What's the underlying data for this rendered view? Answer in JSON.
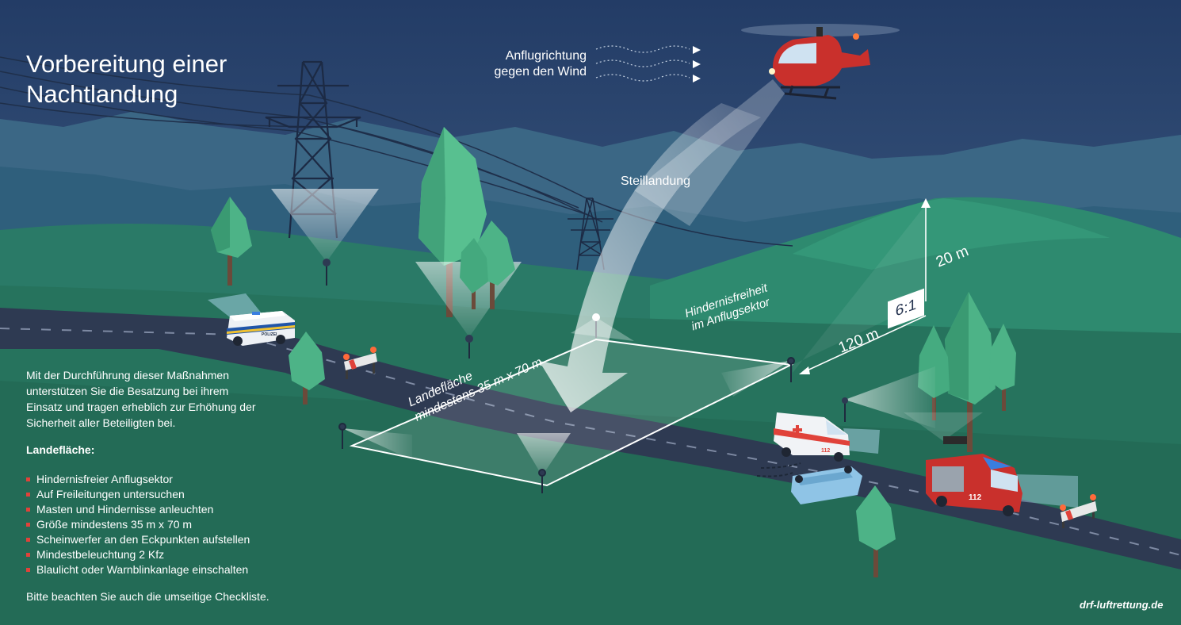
{
  "title": "Vorbereitung einer Nachtlandung",
  "wind_label": "Anflugrichtung gegen den Wind",
  "steep_label": "Steillandung",
  "landing_area_label": {
    "line1": "Landefläche",
    "line2": "mindestens 35 m x 70 m"
  },
  "sector_label": {
    "line1": "Hindernisfreiheit",
    "line2": "im Anflugsektor"
  },
  "distance_label": "120 m",
  "height_label": "20 m",
  "ratio_label": "6:1",
  "intro_text": "Mit der Durchführung dieser Maßnahmen unterstützen Sie die Besatzung bei ihrem Einsatz und tragen erheblich zur Erhöhung der Sicherheit aller Beteiligten bei.",
  "section_heading": "Landefläche:",
  "bullets": [
    "Hindernisfreier Anflugsektor",
    "Auf Freileitungen untersuchen",
    "Masten und Hindernisse anleuchten",
    "Größe mindestens 35 m x 70 m",
    "Scheinwerfer an den Eckpunkten aufstellen",
    "Mindestbeleuchtung 2 Kfz",
    "Blaulicht oder Warnblinkanlage einschalten"
  ],
  "footer_note": "Bitte beachten Sie auch die umseitige Checkliste.",
  "website": "drf-luftrettung.de",
  "vehicle_labels": {
    "police": "POLIZEI",
    "ambulance": "112",
    "fire_truck": "112"
  },
  "colors": {
    "sky_top": "#263f69",
    "sky_bottom": "#4b6a8f",
    "hill_far": "#3a6a82",
    "hill_mid": "#2c7d6a",
    "hill_near": "#25785f",
    "road": "#2c3850",
    "accent_red": "#e0423a",
    "light_beam": "#e6f2ff"
  }
}
